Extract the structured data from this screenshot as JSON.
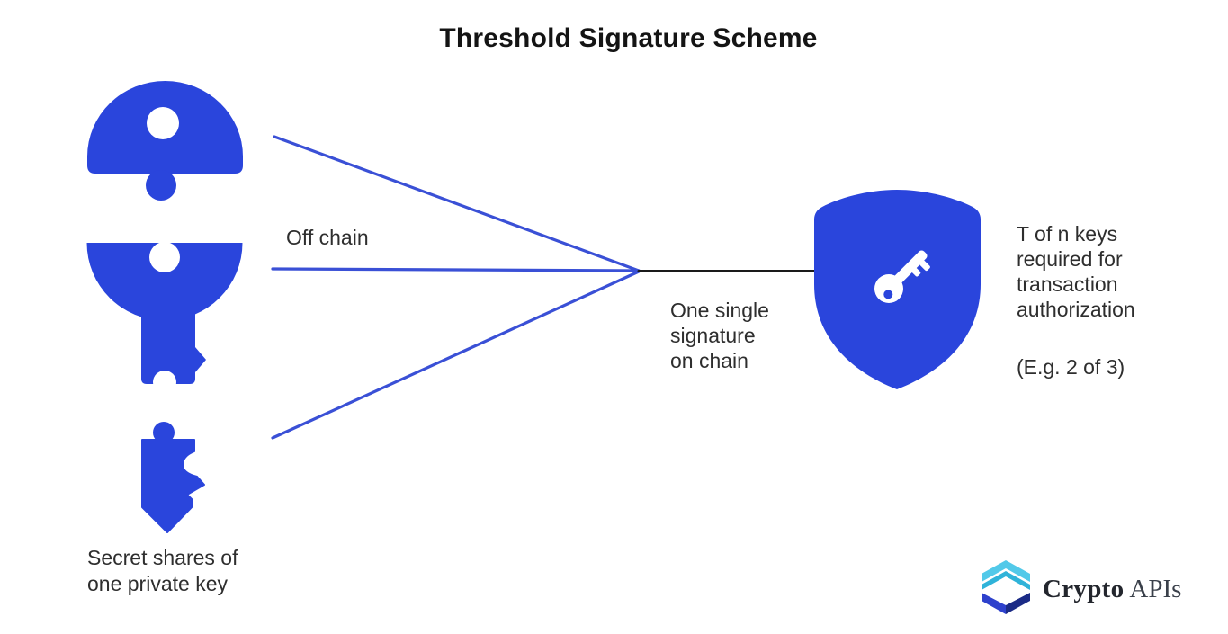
{
  "title": "Threshold Signature Scheme",
  "diagram": {
    "off_chain_label": "Off chain",
    "signature_label": "One single\nsignature\non chain",
    "threshold_label": "T of n keys\nrequired for\ntransaction\nauthorization",
    "example_label": "(E.g. 2 of 3)",
    "secret_shares_label": "Secret shares of\none private key"
  },
  "icons": {
    "key_share_top": "key-bow-top-puzzle-piece-icon",
    "key_share_middle": "key-bow-bottom-shaft-puzzle-piece-icon",
    "key_share_tip": "key-tip-puzzle-piece-icon",
    "shield": "shield-with-key-icon",
    "logo_mark": "crypto-apis-cube-logo-icon"
  },
  "logo": {
    "brand_bold": "Crypto",
    "brand_light": "APIs"
  },
  "colors": {
    "primary_blue": "#2A45DC",
    "line_blue": "#3A50D6",
    "line_black": "#1A1A1A",
    "white": "#FFFFFF",
    "logo_cyan_light": "#52C9E9",
    "logo_cyan": "#2FB3D9",
    "logo_blue": "#2E41CC",
    "logo_navy": "#1B2B86"
  }
}
